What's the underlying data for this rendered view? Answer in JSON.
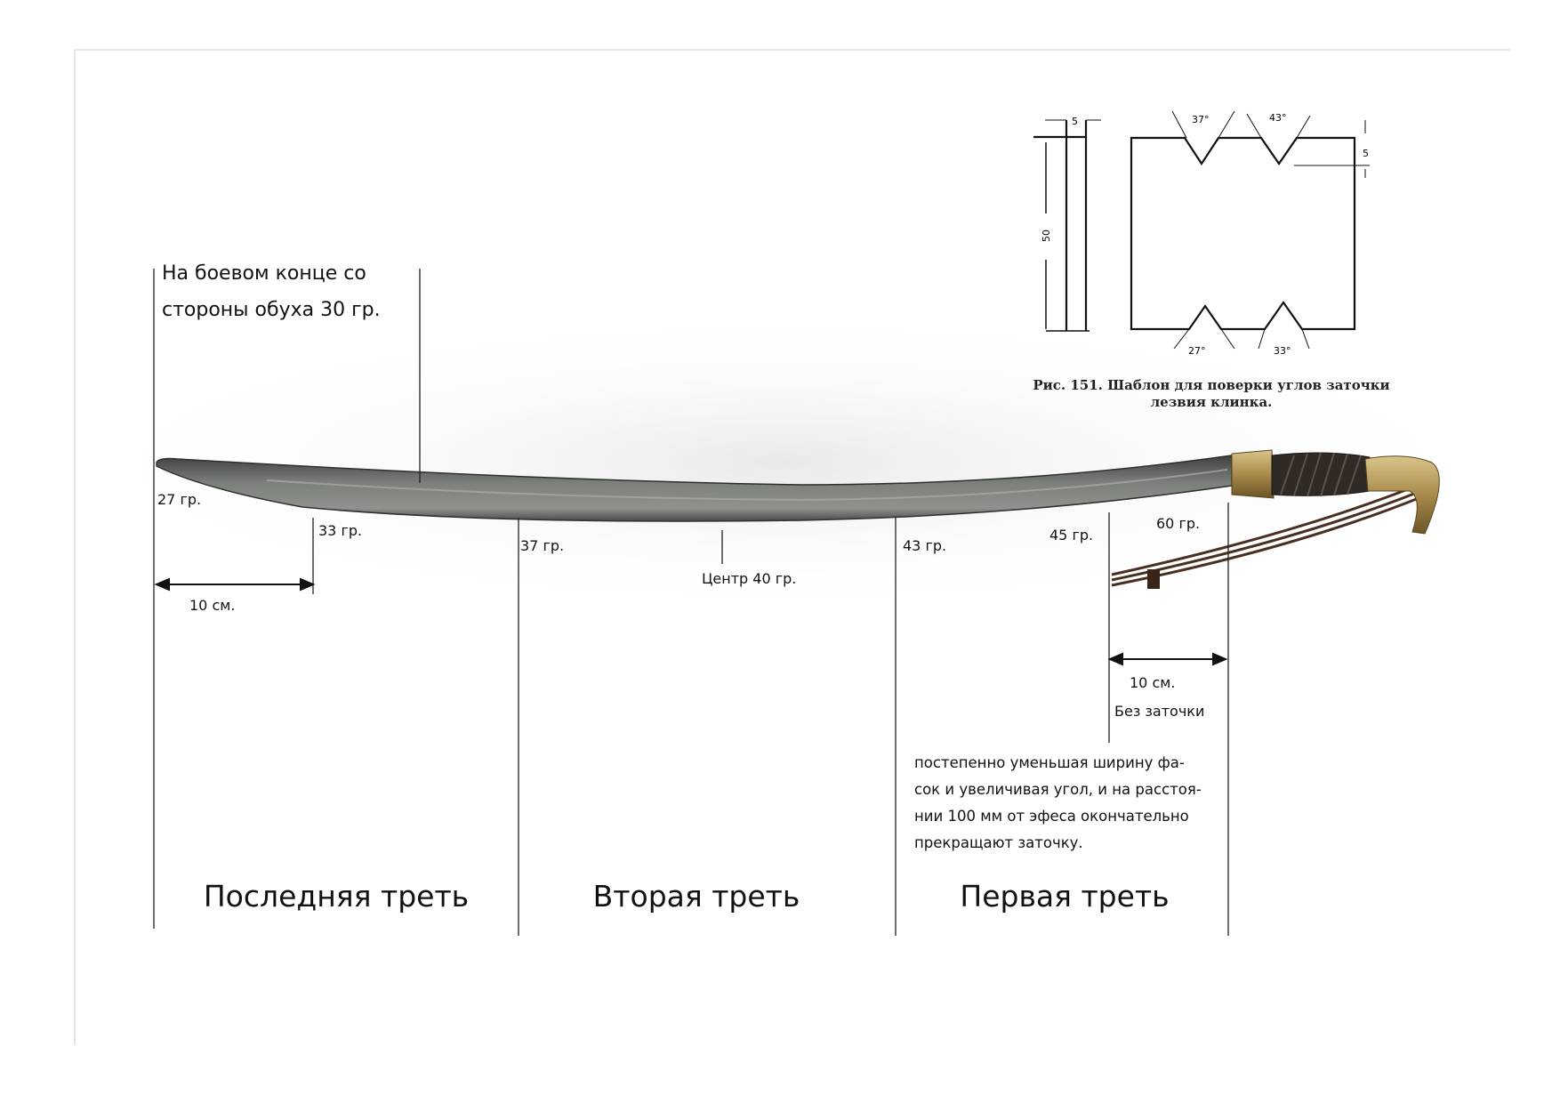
{
  "top_note": {
    "line1": "На боевом конце со",
    "line2": "стороны обуха   30 гр."
  },
  "angles": {
    "tip": "27 гр.",
    "at_10cm": "33 гр.",
    "third_boundary_1": "37 гр.",
    "center": "Центр  40 гр.",
    "third_boundary_2": "43 гр.",
    "near_hilt": "45 гр.",
    "unsharpened": "60 гр."
  },
  "dimensions": {
    "tip_distance": "10 см.",
    "hilt_distance": "10 см.",
    "unsharpened_label": "Без заточки"
  },
  "paragraph": [
    " постепенно уменьшая ширину фа-",
    "сок и увеличивая угол, и на расстоя-",
    "нии 100 мм от эфеса окончательно",
    "прекращают заточку."
  ],
  "sections": {
    "last": "Последняя треть",
    "second": "Вторая треть",
    "first": "Первая треть"
  },
  "figure": {
    "caption_line1": "Рис. 151. Шаблон для поверки углов заточки",
    "caption_line2": "лезвия клинка.",
    "angle_top_1": "37°",
    "angle_top_2": "43°",
    "angle_bottom_1": "27°",
    "angle_bottom_2": "33°",
    "dim_width": "5",
    "dim_height": "50",
    "dim_notch": "5"
  }
}
